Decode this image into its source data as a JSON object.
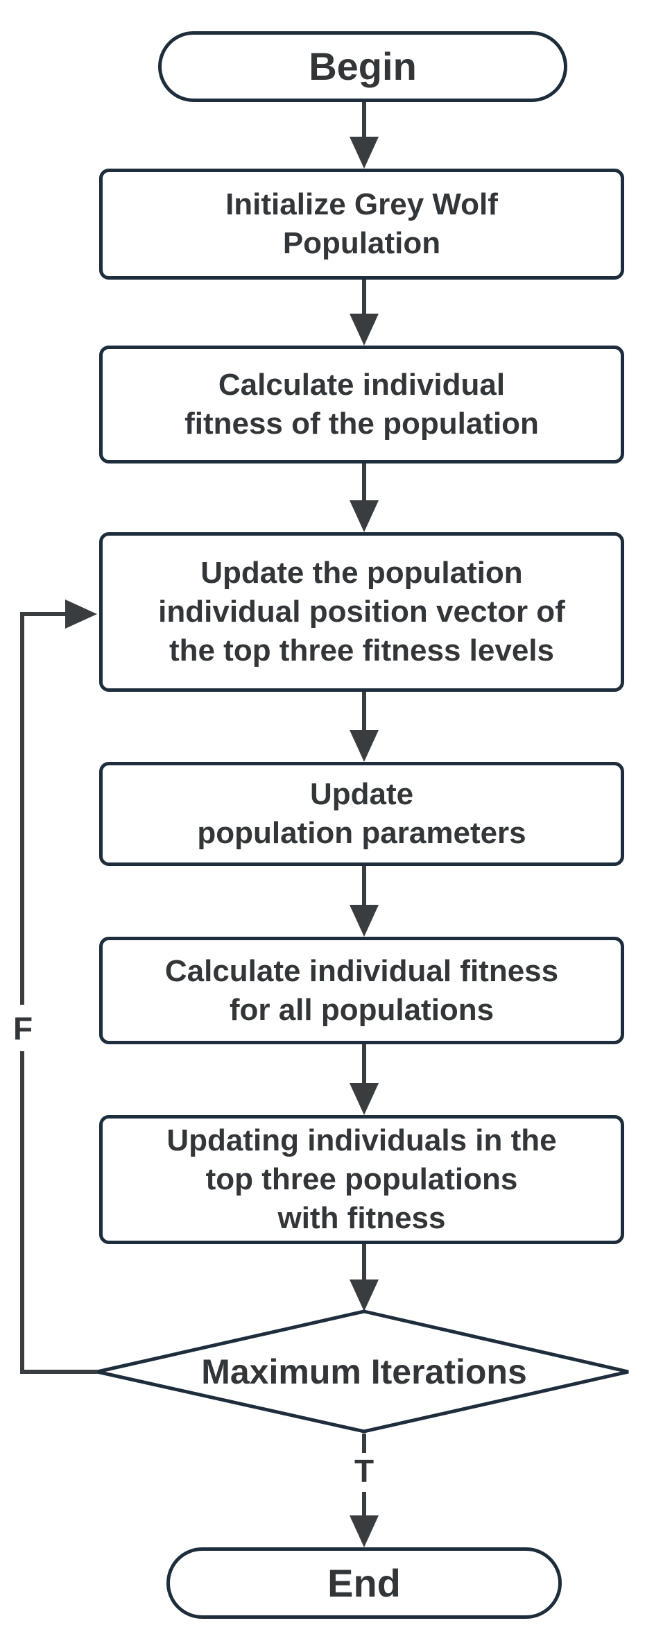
{
  "flowchart": {
    "nodes": {
      "begin": {
        "type": "terminator",
        "label": "Begin"
      },
      "initialize": {
        "type": "process",
        "label": "Initialize Grey Wolf\nPopulation"
      },
      "calculate_fitness": {
        "type": "process",
        "label": "Calculate individual\nfitness of the population"
      },
      "update_position": {
        "type": "process",
        "label": "Update the population\nindividual position vector of\nthe top three fitness levels"
      },
      "update_parameters": {
        "type": "process",
        "label": "Update\npopulation parameters"
      },
      "calculate_fitness_all": {
        "type": "process",
        "label": "Calculate individual fitness\nfor all populations"
      },
      "update_top_three": {
        "type": "process",
        "label": "Updating individuals in the\ntop three populations\nwith fitness"
      },
      "max_iterations": {
        "type": "decision",
        "label": "Maximum Iterations"
      },
      "end": {
        "type": "terminator",
        "label": "End"
      }
    },
    "edges": [
      {
        "from": "begin",
        "to": "initialize",
        "label": ""
      },
      {
        "from": "initialize",
        "to": "calculate_fitness",
        "label": ""
      },
      {
        "from": "calculate_fitness",
        "to": "update_position",
        "label": ""
      },
      {
        "from": "update_position",
        "to": "update_parameters",
        "label": ""
      },
      {
        "from": "update_parameters",
        "to": "calculate_fitness_all",
        "label": ""
      },
      {
        "from": "calculate_fitness_all",
        "to": "update_top_three",
        "label": ""
      },
      {
        "from": "update_top_three",
        "to": "max_iterations",
        "label": ""
      },
      {
        "from": "max_iterations",
        "to": "end",
        "label": "T"
      },
      {
        "from": "max_iterations",
        "to": "update_position",
        "label": "F"
      }
    ],
    "colors": {
      "box_border": "#1e2d3b",
      "arrow": "#3a3d40",
      "text": "#333638",
      "background": "#ffffff"
    }
  }
}
